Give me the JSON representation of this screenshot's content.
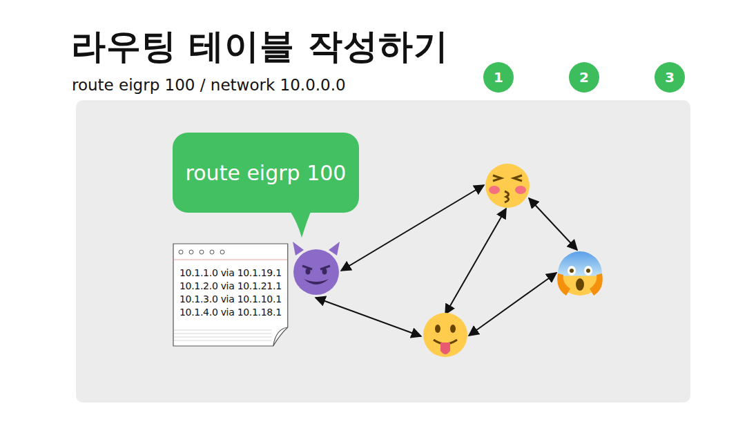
{
  "diagram": {
    "title": "라우팅 테이블 작성하기",
    "nodes": [
      {
        "text": [
          "1"
        ]
      },
      {
        "text": [
          "2"
        ]
      },
      {
        "text": [
          "3"
        ]
      },
      {
        "text": [
          "route eigrp 100"
        ]
      },
      {
        "text": [
          "10.1.1.0 via 10.1.19.1",
          "10.1.2.0 via 10.1.21.1",
          "10.1.3.0 via 10.1.10.1",
          "10.1.4.0 via 10.1.18.1"
        ]
      }
    ],
    "labels": [
      "route eigrp 100 / network 10.0.0.0"
    ]
  }
}
